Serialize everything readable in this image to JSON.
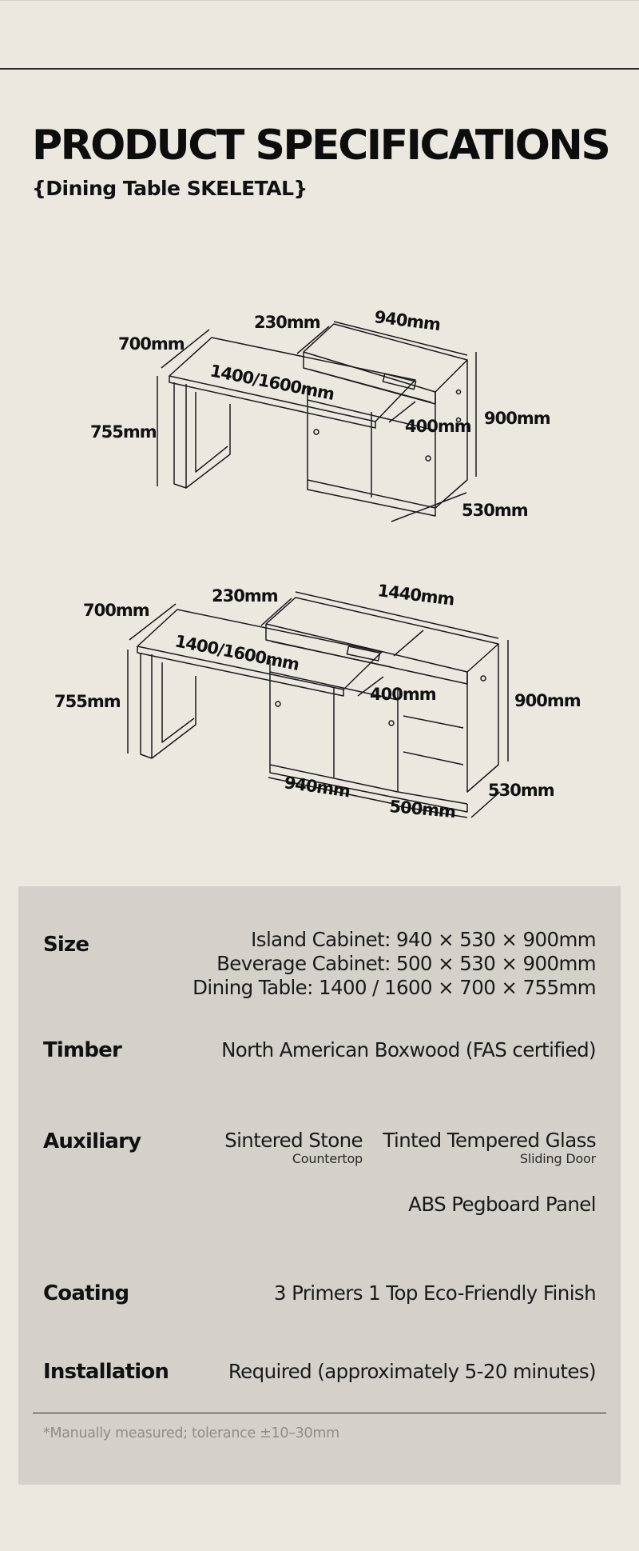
{
  "header": {
    "title": "PRODUCT SPECIFICATIONS",
    "subtitle": "{Dining Table SKELETAL}"
  },
  "diagram_1": {
    "dims": {
      "depth": "700mm",
      "gap": "230mm",
      "width": "940mm",
      "table_length": "1400/1600mm",
      "table_height": "755mm",
      "overhang": "400mm",
      "height": "900mm",
      "cabinet_depth": "530mm"
    }
  },
  "diagram_2": {
    "dims": {
      "depth": "700mm",
      "gap": "230mm",
      "width": "1440mm",
      "table_length": "1400/1600mm",
      "table_height": "755mm",
      "overhang": "400mm",
      "height": "900mm",
      "island_width": "940mm",
      "beverage_width": "500mm",
      "cabinet_depth": "530mm"
    }
  },
  "specs": {
    "size": {
      "label": "Size",
      "lines": [
        "Island Cabinet: 940 × 530 × 900mm",
        "Beverage Cabinet: 500 × 530 × 900mm",
        "Dining Table: 1400 / 1600 × 700 × 755mm"
      ]
    },
    "timber": {
      "label": "Timber",
      "value": "North American Boxwood (FAS certified)"
    },
    "auxiliary": {
      "label": "Auxiliary",
      "items": [
        {
          "name": "Sintered Stone",
          "sub": "Countertop"
        },
        {
          "name": "Tinted Tempered Glass",
          "sub": "Sliding Door"
        },
        {
          "name": "ABS Pegboard Panel"
        }
      ]
    },
    "coating": {
      "label": "Coating",
      "value": "3 Primers 1 Top Eco-Friendly Finish"
    },
    "installation": {
      "label": "Installation",
      "value": "Required (approximately 5-20 minutes)"
    }
  },
  "footnote": "*Manually measured; tolerance ±10–30mm",
  "colors": {
    "background": "#ebe8e0",
    "panel": "#d3d1ca",
    "text": "#111111",
    "footnote": "#8f8d87"
  }
}
